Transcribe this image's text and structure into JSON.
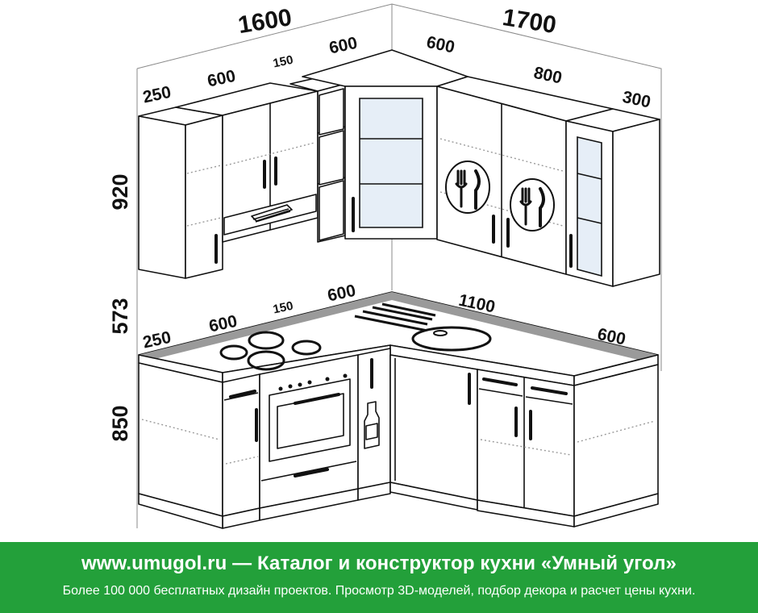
{
  "dimensions": {
    "top_left_total": "1600",
    "top_right_total": "1700",
    "upper_left_end": "250",
    "upper_left_cab": "600",
    "upper_left_gap": "150",
    "upper_left_shelf": "600",
    "upper_corner": "600",
    "upper_right_double": "800",
    "upper_right_end": "300",
    "height_upper": "920",
    "height_gap": "573",
    "height_base": "850",
    "counter_left_end": "250",
    "counter_left_hob": "600",
    "counter_left_gap": "150",
    "counter_left_corner": "600",
    "counter_right_sink": "1100",
    "counter_right_end": "600"
  },
  "banner": {
    "headline": "www.umugol.ru  —  Каталог и конструктор кухни «Умный угол»",
    "tagline": "Более 100 000 бесплатных дизайн проектов. Просмотр 3D-моделей, подбор декора и расчет цены кухни.",
    "color": "#23a03a"
  },
  "icons": [
    "plate-fork-knife-icon",
    "bottle-icon",
    "range-hood-icon",
    "oven-icon",
    "hob-icon",
    "sink-icon"
  ]
}
